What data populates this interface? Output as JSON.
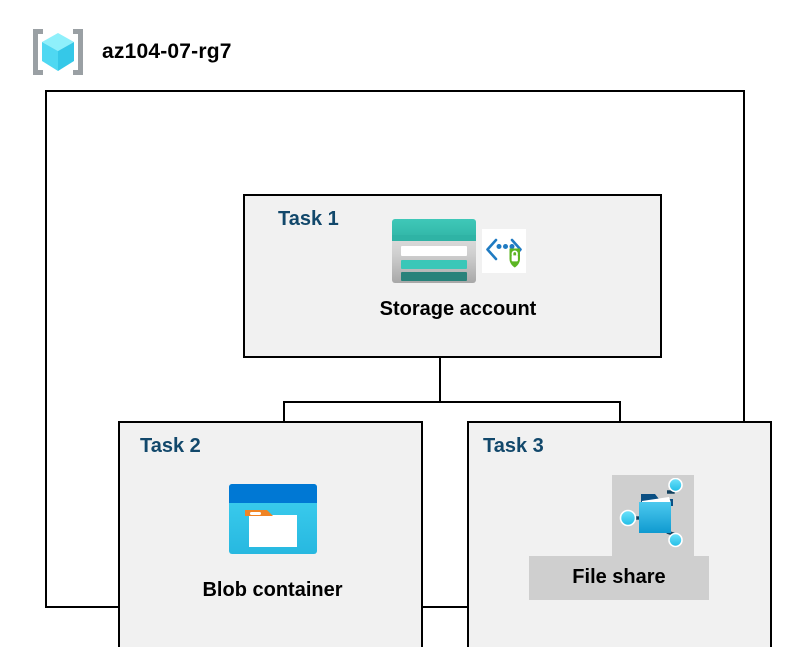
{
  "diagram": {
    "type": "azure-architecture",
    "resource_group": {
      "name": "az104-07-rg7",
      "icon": "resource-group-icon"
    },
    "tasks": [
      {
        "id": "task-1",
        "label": "Task 1",
        "node": {
          "caption": "Storage account",
          "icons": [
            "storage-account-icon",
            "secure-endpoint-shield-icon"
          ]
        }
      },
      {
        "id": "task-2",
        "label": "Task 2",
        "node": {
          "caption": "Blob container",
          "icons": [
            "blob-container-icon"
          ]
        }
      },
      {
        "id": "task-3",
        "label": "Task 3",
        "node": {
          "caption": "File share",
          "icons": [
            "file-share-icon"
          ],
          "highlighted": true
        }
      }
    ],
    "connections": [
      {
        "from": "task-1",
        "to": "task-2"
      },
      {
        "from": "task-1",
        "to": "task-3"
      }
    ],
    "colors": {
      "task_label": "#12486b",
      "task_box_fill": "#f1f1f1",
      "border": "#000000",
      "canvas": "#ffffff",
      "highlight_fill": "#cfcfcf",
      "storage_teal": "#37bfb0",
      "storage_teal_dark": "#2b8a80",
      "blob_blue": "#0078d4",
      "blob_cyan": "#32bee8",
      "blob_orange": "#f08425",
      "shield_green": "#5bb522",
      "node_cyan": "#3ad1f5",
      "resource_group_cube": "#6fe4f7",
      "bracket_gray": "#9aa0a4"
    }
  }
}
